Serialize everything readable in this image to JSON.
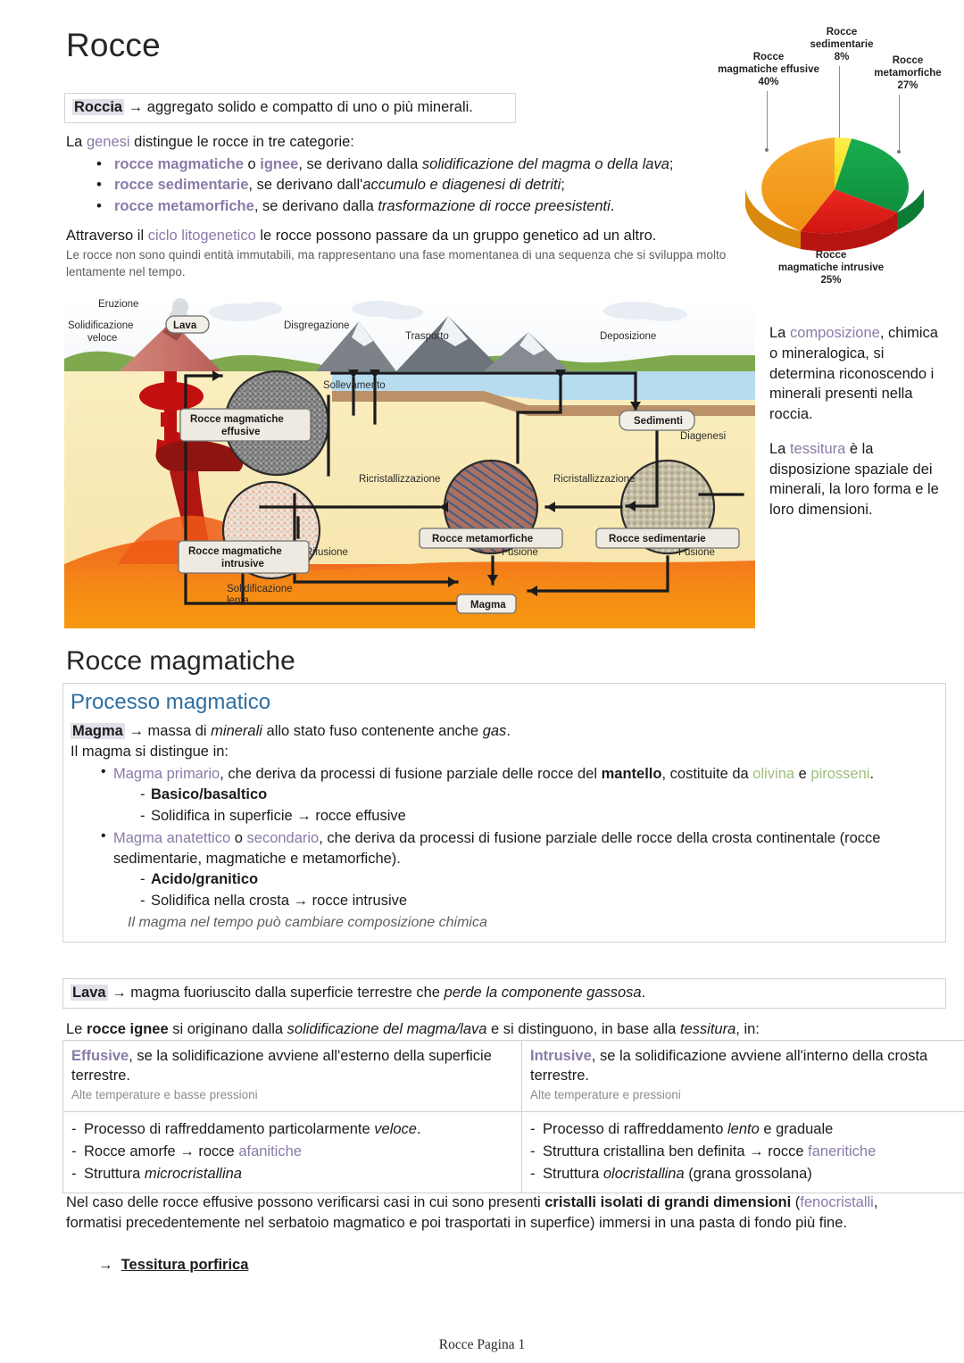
{
  "document": {
    "title": "Rocce",
    "footer": "Rocce Pagina 1"
  },
  "definitions": {
    "roccia_term": "Roccia",
    "roccia_arrow": "→",
    "roccia_text": "aggregato solido e compatto di uno o più minerali."
  },
  "genesi": {
    "intro_a": "La ",
    "intro_term": "genesi",
    "intro_b": " distingue le rocce in tre categorie:",
    "items": [
      {
        "term": "rocce magmatiche",
        "mid": " o ",
        "term2": "ignee",
        "rest": ", se derivano dalla ",
        "italic": "solidificazione del magma o della lava",
        "tail": ";"
      },
      {
        "term": "rocce sedimentarie",
        "rest": ", se derivano dall'",
        "italic": "accumulo e diagenesi di detriti",
        "tail": ";"
      },
      {
        "term": "rocce metamorfiche",
        "rest": ", se derivano dalla ",
        "italic": "trasformazione di rocce preesistenti",
        "tail": "."
      }
    ],
    "ciclo_a": "Attraverso il ",
    "ciclo_term": "ciclo litogenetico",
    "ciclo_b": " le rocce possono passare da un gruppo genetico ad un altro.",
    "ciclo_note": "Le rocce non sono quindi entità immutabili, ma rappresentano una fase momentanea di una sequenza che si sviluppa molto lentamente nel tempo."
  },
  "chart_data": {
    "type": "pie",
    "title": "",
    "categories": [
      "Rocce sedimentarie",
      "Rocce metamorfiche",
      "Rocce magmatiche intrusive",
      "Rocce magmatiche effusive"
    ],
    "values": [
      8,
      27,
      25,
      40
    ],
    "unit": "%",
    "colors": [
      "#f5e32a",
      "#17a84b",
      "#e8231f",
      "#f5a020"
    ],
    "labels": [
      {
        "name": "Rocce sedimentarie",
        "value": "8%",
        "text": "Rocce\nsedimentarie\n8%"
      },
      {
        "name": "Rocce metamorfiche",
        "value": "27%",
        "text": "Rocce\nmetamorfiche\n27%"
      },
      {
        "name": "Rocce magmatiche effusive",
        "value": "40%",
        "text": "Rocce\nmagmatiche effusive\n40%"
      },
      {
        "name": "Rocce magmatiche intrusive",
        "value": "25%",
        "text": "Rocce\nmagmatiche intrusive\n25%"
      }
    ],
    "legend_position": "callout-labels",
    "three_d": true
  },
  "pie_labels": {
    "sedimentarie_l1": "Rocce",
    "sedimentarie_l2": "sedimentarie",
    "sedimentarie_l3": "8%",
    "metamorfiche_l1": "Rocce",
    "metamorfiche_l2": "metamorfiche",
    "metamorfiche_l3": "27%",
    "effusive_l1": "Rocce",
    "effusive_l2": "magmatiche effusive",
    "effusive_l3": "40%",
    "intrusive_l1": "Rocce",
    "intrusive_l2": "magmatiche intrusive",
    "intrusive_l3": "25%"
  },
  "cycle_diagram": {
    "labels": {
      "eruzione": "Eruzione",
      "solidificazione_veloce_1": "Solidificazione",
      "solidificazione_veloce_2": "veloce",
      "lava": "Lava",
      "disgregazione": "Disgregazione",
      "trasporto": "Trasporto",
      "deposizione": "Deposizione",
      "sollevamento": "Sollevamento",
      "sedimenti": "Sedimenti",
      "diagenesi": "Diagenesi",
      "ricristallizzazione_1": "Ricristallizzazione",
      "ricristallizzazione_2": "Ricristallizzazione",
      "rifusione": "Rifusione",
      "fusione_1": "Fusione",
      "fusione_2": "Fusione",
      "solidificazione_lenta_1": "Solidificazione",
      "solidificazione_lenta_2": "lenta",
      "magma": "Magma",
      "rocce_magmatiche_effusive_1": "Rocce magmatiche",
      "rocce_magmatiche_effusive_2": "effusive",
      "rocce_magmatiche_intrusive_1": "Rocce magmatiche",
      "rocce_magmatiche_intrusive_2": "intrusive",
      "rocce_metamorfiche": "Rocce metamorfiche",
      "rocce_sedimentarie": "Rocce sedimentarie"
    }
  },
  "notes": {
    "p1_a": "La ",
    "p1_term": "composizione",
    "p1_b": ", chimica o mineralogica, si determina riconoscendo i minerali presenti nella roccia.",
    "p2_a": "La ",
    "p2_term": "tessitura",
    "p2_b": " è la disposizione spaziale dei minerali, la loro forma e le loro dimensioni."
  },
  "section_magmatiche": {
    "heading": "Rocce magmatiche"
  },
  "processo_magmatico": {
    "heading": "Processo magmatico",
    "magma_term": "Magma",
    "magma_arrow": "→",
    "magma_def_a": " massa di ",
    "magma_def_it": "minerali",
    "magma_def_b": " allo stato fuso contenente anche ",
    "magma_def_it2": "gas",
    "magma_def_c": ".",
    "distingue": "Il magma si distingue in:",
    "bullet1": {
      "term": "Magma primario",
      "text_a": ", che deriva da processi di fusione parziale delle rocce del ",
      "bold": "mantello",
      "text_b": ", costituite da ",
      "green1": "olivina",
      "text_c": " e ",
      "green2": "pirosseni",
      "text_d": ".",
      "sub": [
        {
          "bold": "Basico/basaltico",
          "plain": ""
        },
        {
          "bold": "",
          "plain": "Solidifica in superficie → rocce effusive"
        }
      ]
    },
    "bullet2": {
      "term": "Magma anatettico",
      "mid": " o ",
      "term2": "secondario",
      "text_a": ", che deriva da processi di fusione parziale delle rocce della crosta continentale (rocce sedimentarie, magmatiche e metamorfiche).",
      "sub": [
        {
          "bold": "Acido/granitico",
          "plain": ""
        },
        {
          "bold": "",
          "plain": "Solidifica nella crosta → rocce intrusive"
        }
      ]
    },
    "note": "Il magma nel tempo può cambiare composizione chimica"
  },
  "lava_box": {
    "term": "Lava",
    "arrow": "→",
    "text_a": " magma fuoriuscito dalla superficie terrestre che ",
    "italic": "perde la componente gassosa",
    "text_b": "."
  },
  "ignee": {
    "intro_a": "Le ",
    "intro_bold": "rocce ignee",
    "intro_b": " si originano dalla ",
    "intro_it": "solidificazione del magma/lava",
    "intro_c": " e si distinguono, in base alla ",
    "intro_it2": "tessitura",
    "intro_d": ", in:"
  },
  "table": {
    "columns": [
      {
        "header_term": "Effusive",
        "header_text": ", se la solidificazione avviene all'esterno della superficie terrestre.",
        "header_sub": "Alte temperature e basse pressioni",
        "items": [
          {
            "pre": "Processo di raffreddamento particolarmente ",
            "it": "veloce",
            "post": "."
          },
          {
            "pre": "Rocce amorfe → rocce ",
            "accent": "afanitiche",
            "post": ""
          },
          {
            "pre": "Struttura ",
            "it": "microcristallina",
            "post": ""
          }
        ]
      },
      {
        "header_term": "Intrusive",
        "header_text": ", se la solidificazione avviene all'interno della crosta terrestre.",
        "header_sub": "Alte temperature e pressioni",
        "items": [
          {
            "pre": "Processo di raffreddamento ",
            "it": "lento",
            "post": " e graduale"
          },
          {
            "pre": "Struttura cristallina ben definita → rocce ",
            "accent": "faneritiche",
            "post": ""
          },
          {
            "pre": "Struttura ",
            "it": "olocristallina",
            "post": " (grana grossolana)"
          }
        ]
      }
    ]
  },
  "final": {
    "text_a": "Nel caso delle rocce effusive possono verificarsi casi in cui sono presenti ",
    "bold": "cristalli isolati di grandi dimensioni",
    "text_b": " (",
    "accent": "fenocristalli",
    "text_c": ", formatisi precedentemente nel serbatoio magmatico e poi trasportati in superfice) immersi in una pasta di fondo più fine.",
    "arrow": "→",
    "porfirica": "Tessitura porfirica"
  },
  "colors": {
    "accent_purple": "#8a7aa8",
    "green": "#9dbd7e",
    "heading_blue": "#2e6ea0",
    "gray_text": "#8d8d8d",
    "border": "#d3d3d3"
  }
}
